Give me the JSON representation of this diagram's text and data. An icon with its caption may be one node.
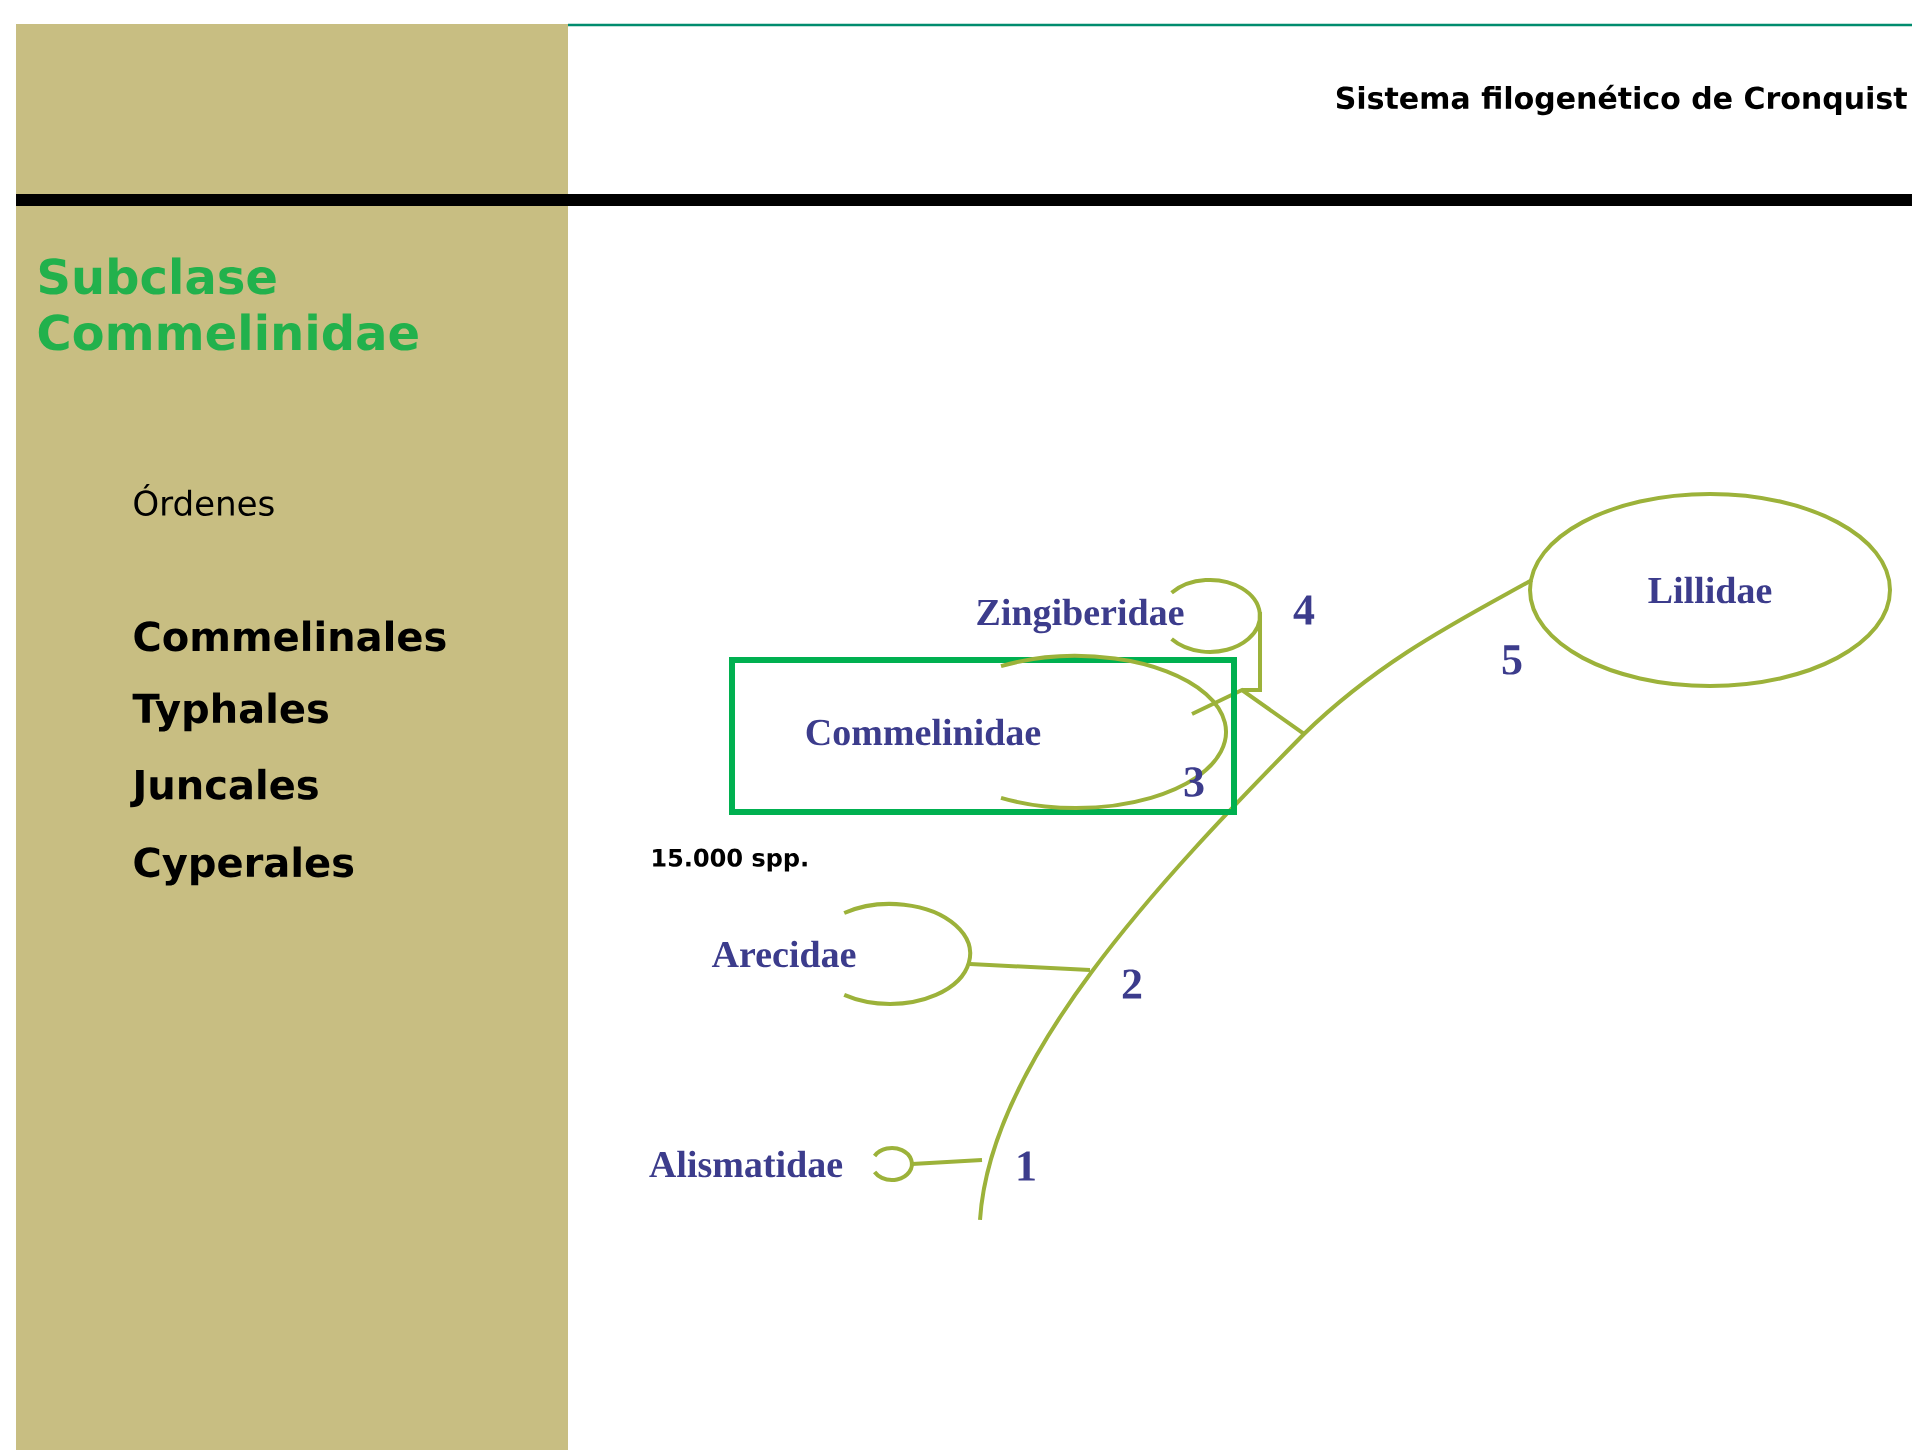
{
  "diagram": {
    "title": "Sistema filogenético de Cronquist",
    "nodes": [
      {
        "text": [
          "Lillidae"
        ]
      },
      {
        "text": [
          "Zingiberidae"
        ]
      },
      {
        "text": [],
        "shape": "box"
      },
      {
        "text": [
          "Commelinidae"
        ],
        "in": 2
      },
      {
        "text": [
          "Arecidae"
        ]
      },
      {
        "text": [
          "Alismatidae"
        ]
      }
    ],
    "labels": [
      "Subclase Commelinidae",
      "Órdenes",
      "Commelinales",
      "Typhales",
      "Juncales",
      "Cyperales",
      "4",
      "5",
      "3",
      "15.000 spp.",
      "2",
      "1"
    ]
  }
}
